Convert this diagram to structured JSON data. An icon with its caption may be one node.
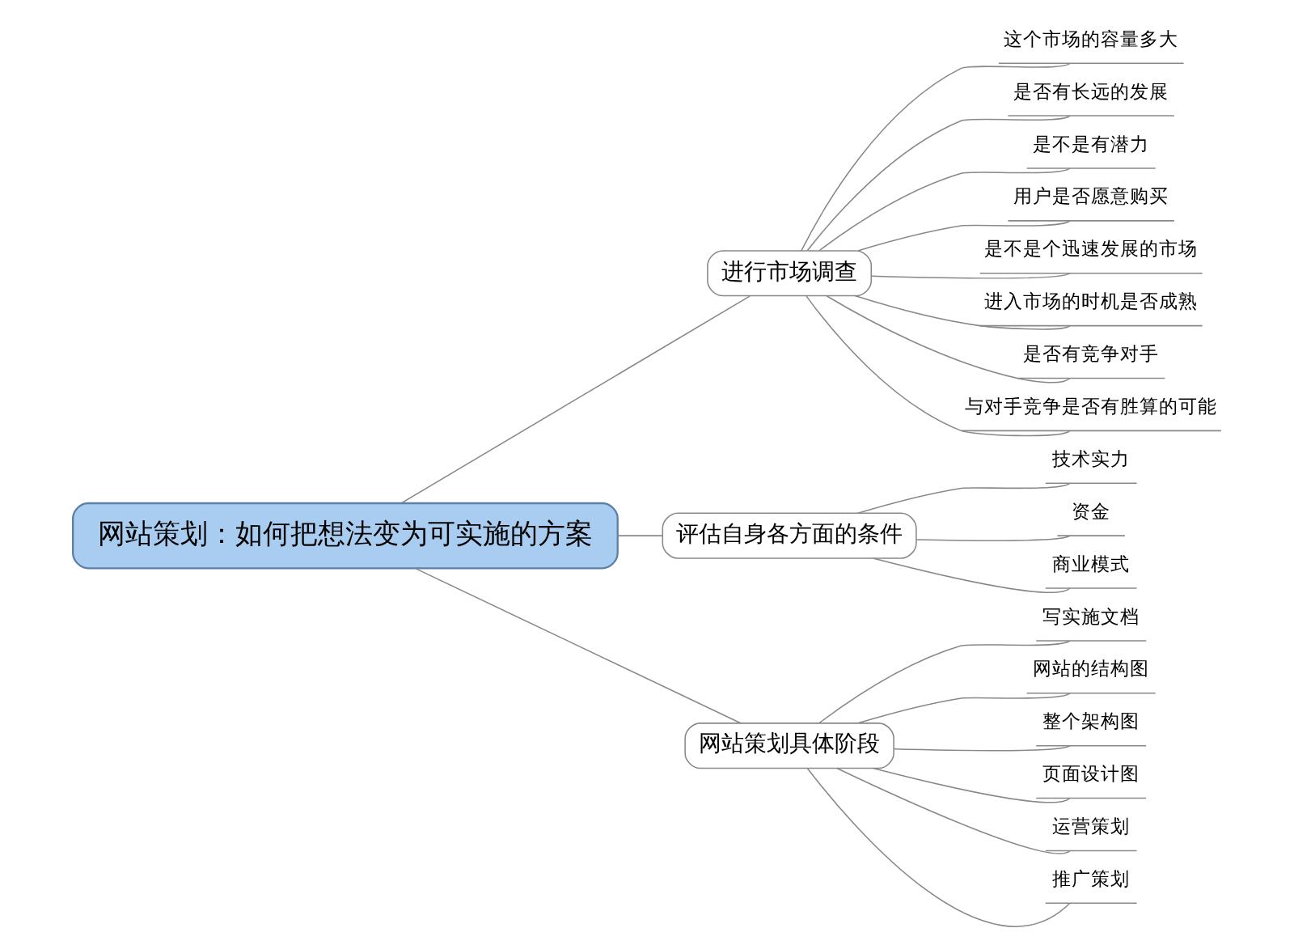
{
  "diagram": {
    "nodes": [
      {
        "text": [
          "网站策划：如何把想法变为可实施的方案"
        ]
      },
      {
        "text": [
          "进行市场调查"
        ]
      },
      {
        "text": [
          "这个市场的容量多大"
        ]
      },
      {
        "text": [
          "是否有长远的发展"
        ]
      },
      {
        "text": [
          "是不是有潜力"
        ]
      },
      {
        "text": [
          "用户是否愿意购买"
        ]
      },
      {
        "text": [
          "是不是个迅速发展的市场"
        ]
      },
      {
        "text": [
          "进入市场的时机是否成熟"
        ]
      },
      {
        "text": [
          "是否有竞争对手"
        ]
      },
      {
        "text": [
          "与对手竞争是否有胜算的可能"
        ]
      },
      {
        "text": [
          "评估自身各方面的条件"
        ]
      },
      {
        "text": [
          "技术实力"
        ]
      },
      {
        "text": [
          "资金"
        ]
      },
      {
        "text": [
          "商业模式"
        ]
      },
      {
        "text": [
          "网站策划具体阶段"
        ]
      },
      {
        "text": [
          "写实施文档"
        ]
      },
      {
        "text": [
          "网站的结构图"
        ]
      },
      {
        "text": [
          "整个架构图"
        ]
      },
      {
        "text": [
          "页面设计图"
        ]
      },
      {
        "text": [
          "运营策划"
        ]
      },
      {
        "text": [
          "推广策划"
        ]
      }
    ],
    "edges": [
      {
        "from": 0,
        "to": 1,
        "arrow": "none"
      },
      {
        "from": 1,
        "to": 2,
        "arrow": "none"
      },
      {
        "from": 1,
        "to": 3,
        "arrow": "none"
      },
      {
        "from": 1,
        "to": 4,
        "arrow": "none"
      },
      {
        "from": 1,
        "to": 5,
        "arrow": "none"
      },
      {
        "from": 1,
        "to": 6,
        "arrow": "none"
      },
      {
        "from": 1,
        "to": 7,
        "arrow": "none"
      },
      {
        "from": 1,
        "to": 8,
        "arrow": "none"
      },
      {
        "from": 1,
        "to": 9,
        "arrow": "none"
      },
      {
        "from": 0,
        "to": 10,
        "arrow": "none"
      },
      {
        "from": 10,
        "to": 11,
        "arrow": "none"
      },
      {
        "from": 10,
        "to": 12,
        "arrow": "none"
      },
      {
        "from": 10,
        "to": 13,
        "arrow": "none"
      },
      {
        "from": 0,
        "to": 14,
        "arrow": "none"
      },
      {
        "from": 14,
        "to": 15,
        "arrow": "none"
      },
      {
        "from": 14,
        "to": 16,
        "arrow": "none"
      },
      {
        "from": 14,
        "to": 17,
        "arrow": "none"
      },
      {
        "from": 14,
        "to": 18,
        "arrow": "none"
      },
      {
        "from": 14,
        "to": 19,
        "arrow": "none"
      },
      {
        "from": 14,
        "to": 20,
        "arrow": "none"
      }
    ]
  }
}
